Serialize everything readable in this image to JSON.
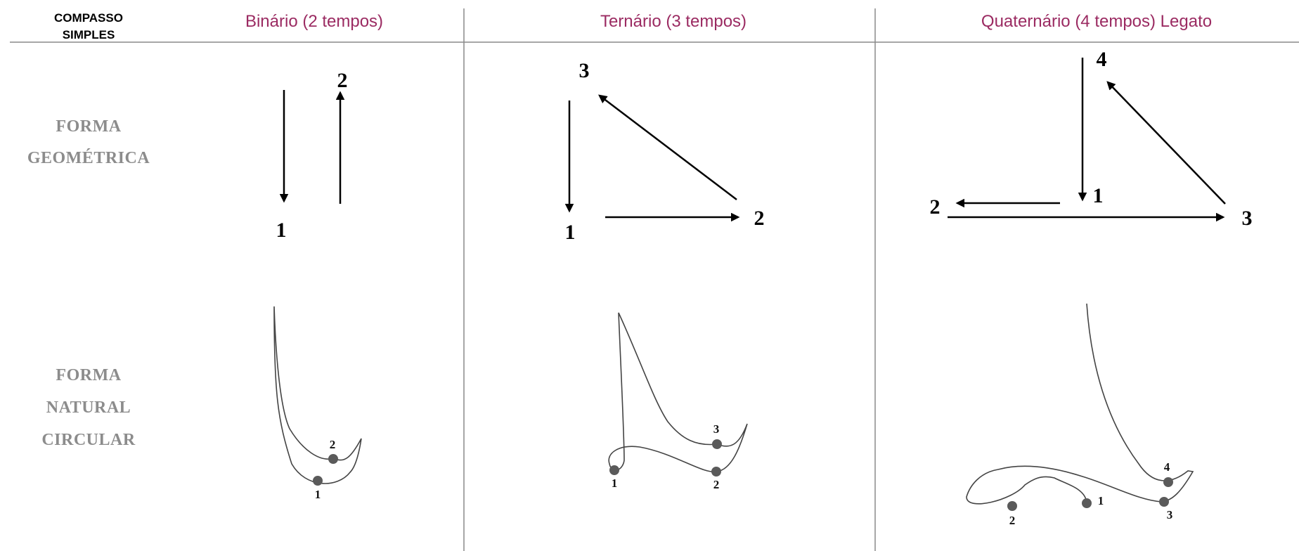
{
  "header": {
    "corner_line1": "COMPASSO",
    "corner_line2": "SIMPLES",
    "columns": [
      "Binário (2 tempos)",
      "Ternário (3 tempos)",
      "Quaternário (4 tempos) Legato"
    ]
  },
  "rows": {
    "geometric": {
      "line1": "FORMA",
      "line2": "GEOMÉTRICA"
    },
    "natural": {
      "line1": "FORMA",
      "line2": "NATURAL",
      "line3": "CIRCULAR"
    }
  },
  "colors": {
    "header_text": "#9b2b62",
    "row_label": "#8c8c8c",
    "divider": "#8a8a8a"
  },
  "beats": {
    "binary": [
      "1",
      "2"
    ],
    "ternary": [
      "1",
      "2",
      "3"
    ],
    "quaternary": [
      "1",
      "2",
      "3",
      "4"
    ]
  }
}
